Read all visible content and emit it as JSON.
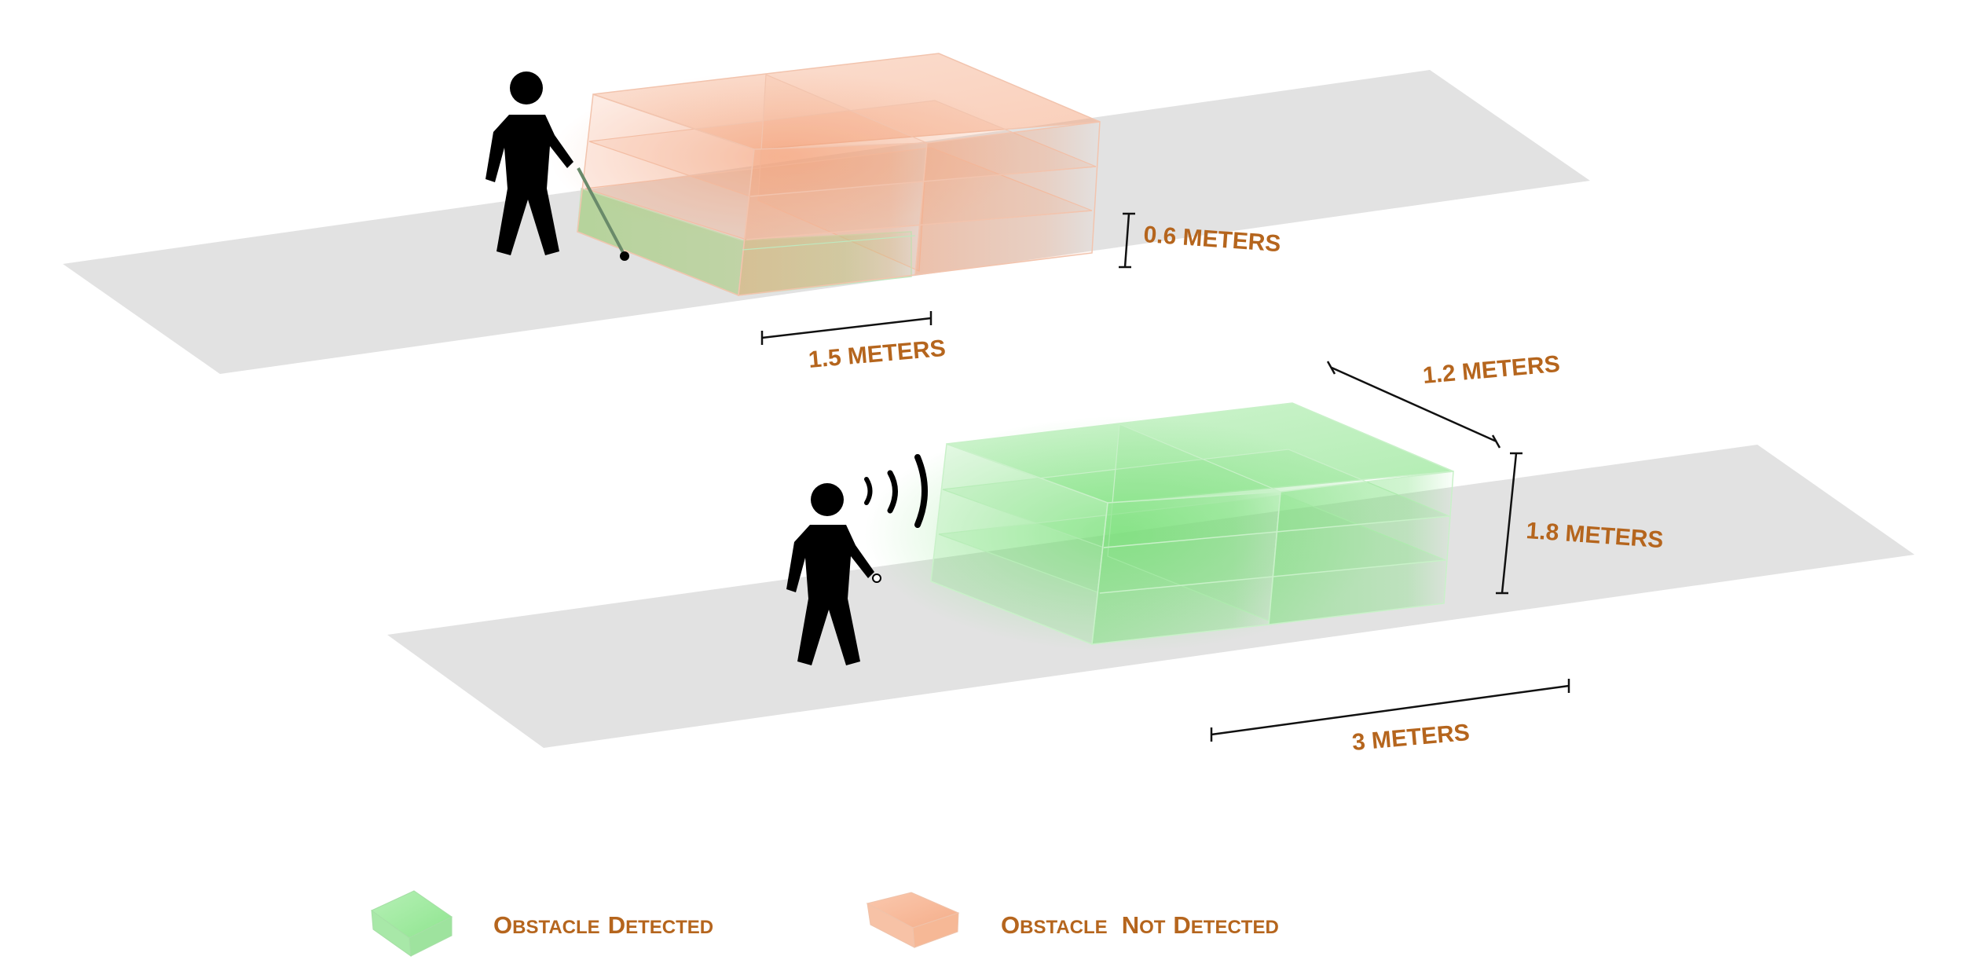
{
  "colors": {
    "ground": "#e2e2e2",
    "label": "#b5651d",
    "detected": "#7be07b",
    "not_detected": "#f4a57e",
    "figure": "#000000",
    "cane": "#6a8a6a"
  },
  "scene_cane": {
    "figure_icon": "person-with-cane-icon",
    "width_label": "1.5 METERS",
    "height_label": "0.6 METERS"
  },
  "scene_wearable": {
    "figure_icon": "person-with-sonar-icon",
    "depth_label": "1.2 METERS",
    "height_label": "1.8 METERS",
    "width_label": "3 METERS"
  },
  "legend": [
    {
      "key": "detected",
      "icon": "green-box-icon",
      "label_big1": "O",
      "label_small1": "BSTACLE",
      "label_big2": "D",
      "label_small2": "ETECTED"
    },
    {
      "key": "not_detected",
      "icon": "orange-box-icon",
      "label_big1": "O",
      "label_small1": "BSTACLE",
      "label_big2": "N",
      "label_small2": "OT",
      "label_big3": "D",
      "label_small3": "ETECTED"
    }
  ]
}
